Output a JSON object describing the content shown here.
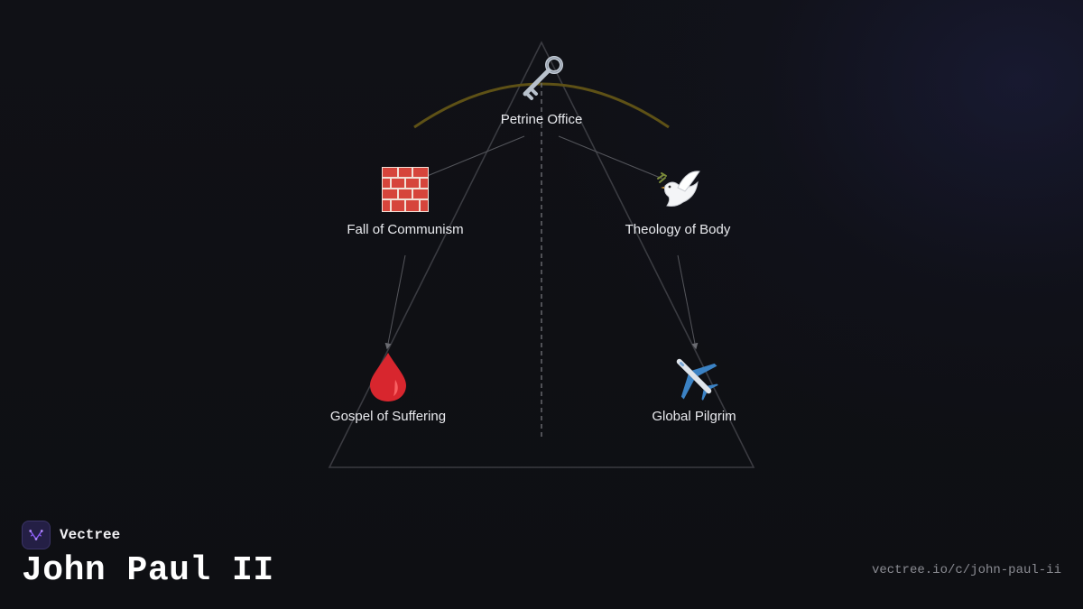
{
  "brand": {
    "name": "Vectree",
    "logo_icon": "vectree-tree-icon",
    "accent": "#8b5cf6"
  },
  "page": {
    "title": "John Paul II",
    "url": "vectree.io/c/john-paul-ii"
  },
  "diagram": {
    "nodes": [
      {
        "id": "petrine",
        "label": "Petrine Office",
        "icon": "old-key-icon"
      },
      {
        "id": "communism",
        "label": "Fall of Communism",
        "icon": "brick-wall-icon"
      },
      {
        "id": "theology",
        "label": "Theology of Body",
        "icon": "dove-icon"
      },
      {
        "id": "suffering",
        "label": "Gospel of Suffering",
        "icon": "drop-of-blood-icon"
      },
      {
        "id": "pilgrim",
        "label": "Global Pilgrim",
        "icon": "airplane-icon"
      }
    ],
    "edges": [
      {
        "from": "petrine",
        "to": "communism"
      },
      {
        "from": "petrine",
        "to": "theology"
      },
      {
        "from": "communism",
        "to": "suffering"
      },
      {
        "from": "theology",
        "to": "pilgrim"
      }
    ],
    "colors": {
      "arc": "#5e5116",
      "triangle": "#3a3b41",
      "connector": "#55565c",
      "axis": "#6c6d73"
    }
  }
}
